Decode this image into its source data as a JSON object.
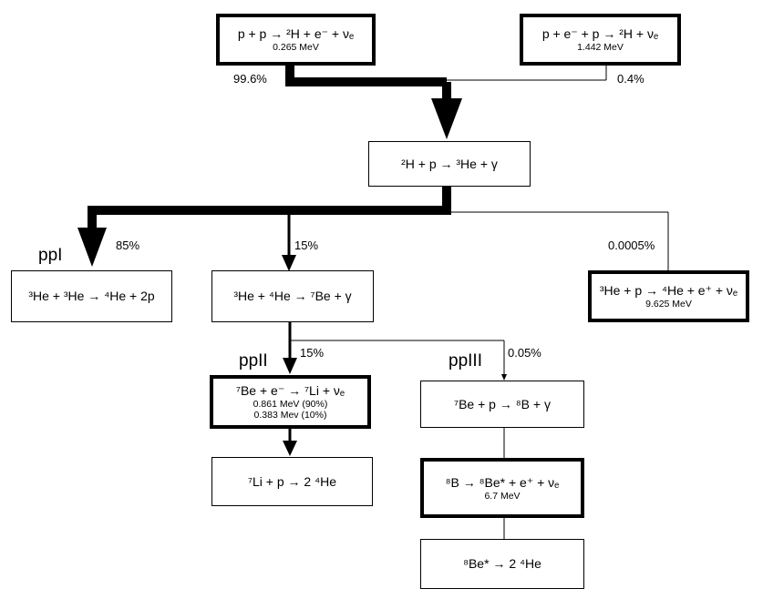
{
  "nodes": {
    "pp": {
      "equation": "p + p → ²H + e⁻ + νₑ",
      "energy": "0.265 MeV"
    },
    "pep": {
      "equation": "p + e⁻ + p → ²H + νₑ",
      "energy": "1.442 MeV"
    },
    "dp": {
      "equation": "²H  + p → ³He + γ"
    },
    "he3he3": {
      "equation": "³He  + ³He → ⁴He + 2p"
    },
    "he3he4": {
      "equation": "³He  + ⁴He → ⁷Be + γ"
    },
    "hep": {
      "equation": "³He  + p → ⁴He + e⁺ + νₑ",
      "energy": "9.625 MeV"
    },
    "be7e": {
      "equation": "⁷Be  + e⁻ → ⁷Li + νₑ",
      "energy1": "0.861 MeV (90%)",
      "energy2": "0.383 Mev (10%)"
    },
    "be7p": {
      "equation": "⁷Be  + p → ⁸B + γ"
    },
    "li7p": {
      "equation": "⁷Li  + p → 2 ⁴He"
    },
    "b8": {
      "equation": "⁸B → ⁸Be* + e⁺ + νₑ",
      "energy": "6.7 MeV"
    },
    "be8": {
      "equation": "⁸Be* → 2 ⁴He"
    }
  },
  "branches": {
    "pp": "99.6%",
    "pep": "0.4%",
    "ppI": "85%",
    "he4": "15%",
    "hep": "0.0005%",
    "ppII": "15%",
    "ppIII": "0.05%"
  },
  "chains": {
    "ppI": "ppI",
    "ppII": "ppII",
    "ppIII": "ppIII"
  }
}
